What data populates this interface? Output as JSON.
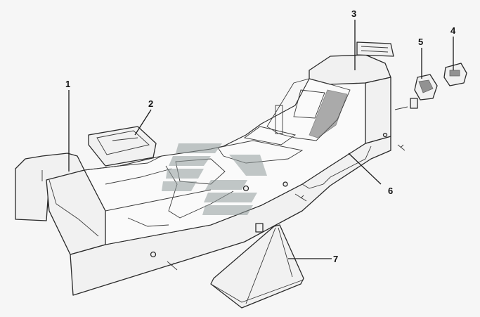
{
  "diagram": {
    "callouts": [
      "1",
      "2",
      "3",
      "4",
      "5",
      "6",
      "7"
    ],
    "colors": {
      "line": "#2a2a2a",
      "fill": "#f1f1f1",
      "watermark": "#8f9a9a",
      "background": "#f6f6f6"
    }
  }
}
